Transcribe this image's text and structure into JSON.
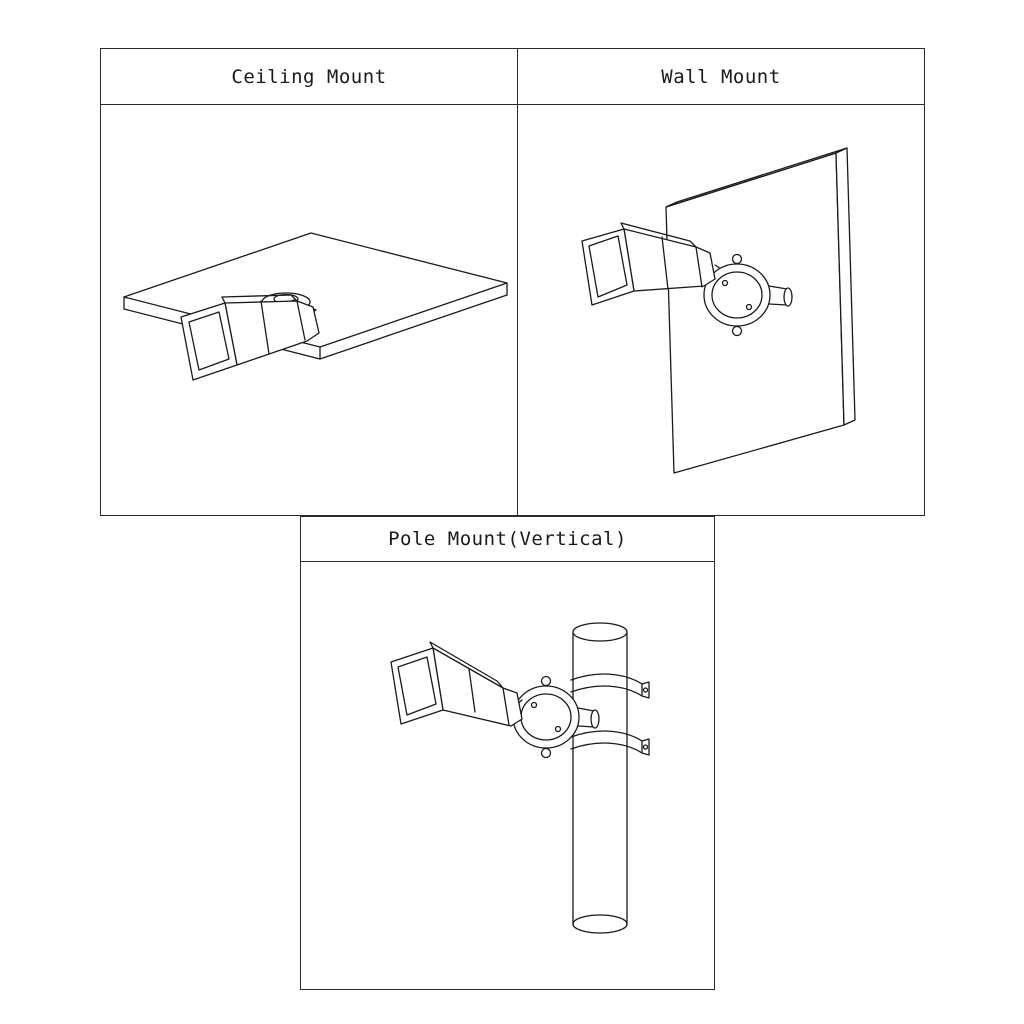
{
  "panels": [
    {
      "id": "ceiling",
      "title": "Ceiling Mount"
    },
    {
      "id": "wall",
      "title": "Wall Mount"
    },
    {
      "id": "pole",
      "title": "Pole Mount(Vertical)"
    }
  ],
  "colors": {
    "background": "#ffffff",
    "line": "#1a1a1a",
    "border": "#2a2a2a"
  }
}
